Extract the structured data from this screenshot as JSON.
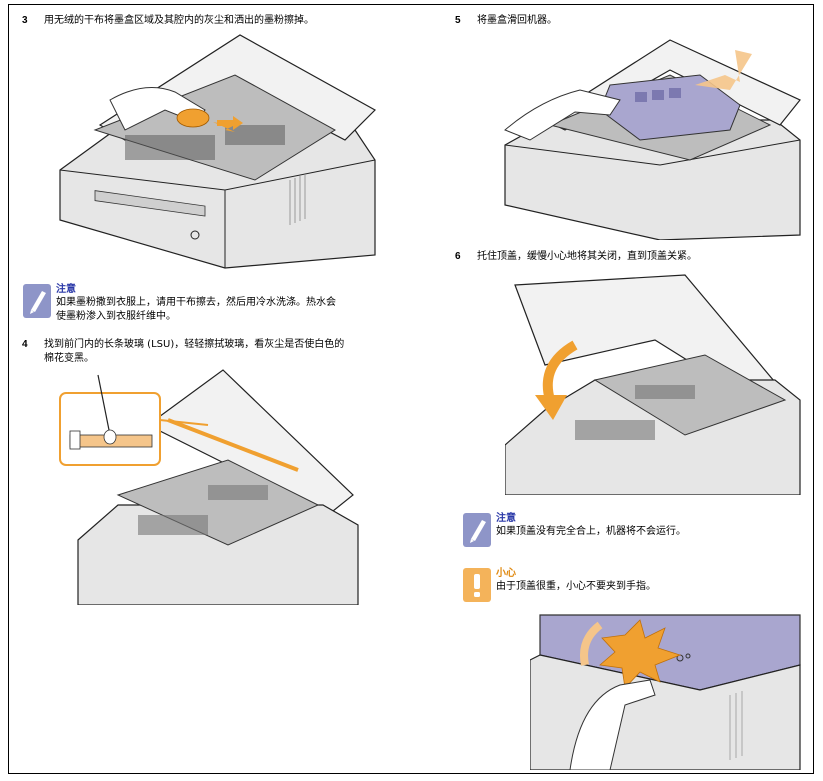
{
  "steps": {
    "s3": {
      "num": "3",
      "text": "用无绒的干布将墨盒区域及其腔内的灰尘和洒出的墨粉擦掉。"
    },
    "s4": {
      "num": "4",
      "line1": "找到前门内的长条玻璃 (LSU)，轻轻擦拭玻璃，看灰尘是否使白色的",
      "line2": "棉花变黑。"
    },
    "s5": {
      "num": "5",
      "text": "将墨盒滑回机器。"
    },
    "s6": {
      "num": "6",
      "text": "托住顶盖，缓慢小心地将其关闭，直到顶盖关紧。"
    }
  },
  "notes": {
    "note1": {
      "title": "注意",
      "line1": "如果墨粉撒到衣服上，请用干布擦去，然后用冷水洗涤。热水会",
      "line2": "使墨粉渗入到衣服纤维中。"
    },
    "note2": {
      "title": "注意",
      "line1": "如果顶盖没有完全合上，机器将不会运行。"
    },
    "caution": {
      "title": "小心",
      "line1": "由于顶盖很重，小心不要夹到手指。"
    }
  },
  "colors": {
    "accent_orange": "#f0a030",
    "note_blue": "#2b39a8",
    "note_icon_bg": "#8e95c8",
    "caution_bg": "#f4b35a",
    "printer_gray": "#d8d8d8",
    "lid_purple": "#a9a6cf"
  },
  "icons": [
    "note-pencil-icon",
    "caution-exclamation-icon"
  ]
}
